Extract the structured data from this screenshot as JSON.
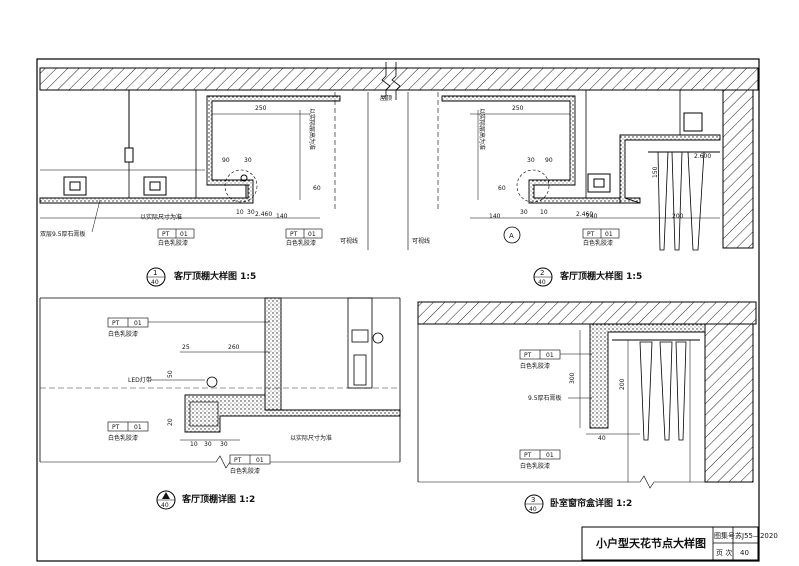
{
  "title_block": {
    "drawing_title": "小户型天花节点大样图",
    "atlas_label": "图集号",
    "atlas_value": "苏J55—2020",
    "page_label": "页  次",
    "page_value": "40"
  },
  "details": [
    {
      "num": "1",
      "sheet": "40",
      "title": "客厅顶棚大样图 1:5"
    },
    {
      "num": "2",
      "sheet": "40",
      "title": "客厅顶棚大样图 1:5"
    },
    {
      "num": "",
      "sheet": "40",
      "title": "客厅顶棚详图 1:2"
    },
    {
      "num": "3",
      "sheet": "40",
      "title": "卧室窗帘盒详图 1:2"
    }
  ],
  "labels": {
    "pt": "PT",
    "pt_num": "01",
    "white_paint": "白色乳胶漆",
    "double_gypsum": "双层9.5厚石膏板",
    "actual_size": "以实际尺寸为准",
    "actual_height": "以实际层高为准",
    "sight_line": "可视线",
    "roof": "屋顶",
    "led": "LED灯带",
    "gypsum_95": "9.5厚石膏板"
  },
  "dims": {
    "d250": "250",
    "d90": "90",
    "d30": "30",
    "d60": "60",
    "d2460": "2.460",
    "d140": "140",
    "d240": "240",
    "d200": "200",
    "d150": "150",
    "d2600": "2.600",
    "d10": "10",
    "d25": "25",
    "d260": "260",
    "d50": "50",
    "d20": "20",
    "d300": "300",
    "d40": "40"
  },
  "marker_letter": "A"
}
